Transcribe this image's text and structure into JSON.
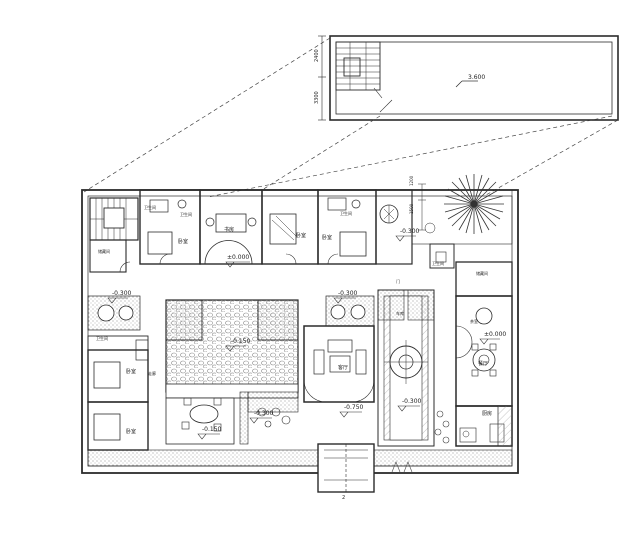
{
  "drawing": {
    "upper_plan": {
      "level_mark": "3.600",
      "dim_top": "2400",
      "dim_bottom": "3300"
    },
    "main_plan": {
      "level_marks": {
        "hall": "±0.000",
        "right_room": "±0.000",
        "court_left": "-0.300",
        "court_right": "-0.300",
        "garden_top": "-0.300",
        "lower_left": "-0.150",
        "entry": "-0.750",
        "walkway": "-0.300",
        "upper_right": "-0.300",
        "court_mid": "-0.150"
      },
      "room_labels": {
        "bed1": "卧室",
        "study": "书房",
        "bed2": "卧室",
        "bed3": "卧室",
        "bath1": "卫生间",
        "bath2": "卫生间",
        "bath3": "卫生间",
        "bath4": "卫生间",
        "storage": "储藏间",
        "living": "客厅",
        "bed4": "卧室",
        "bed5": "卧室",
        "corridor": "走廊",
        "kitchen": "厨房",
        "dining": "餐厅",
        "tea": "茶室",
        "bath5": "卫生间",
        "gate": "门",
        "storage2": "储藏间",
        "garage": "车库"
      },
      "dims_right": [
        "1200",
        "1500"
      ],
      "axis_mark": "2"
    },
    "colors": {
      "line": "#2b2b2b",
      "hatch": "#9a9a9a",
      "pebble": "#bdbdbd",
      "bg": "#ffffff"
    }
  }
}
